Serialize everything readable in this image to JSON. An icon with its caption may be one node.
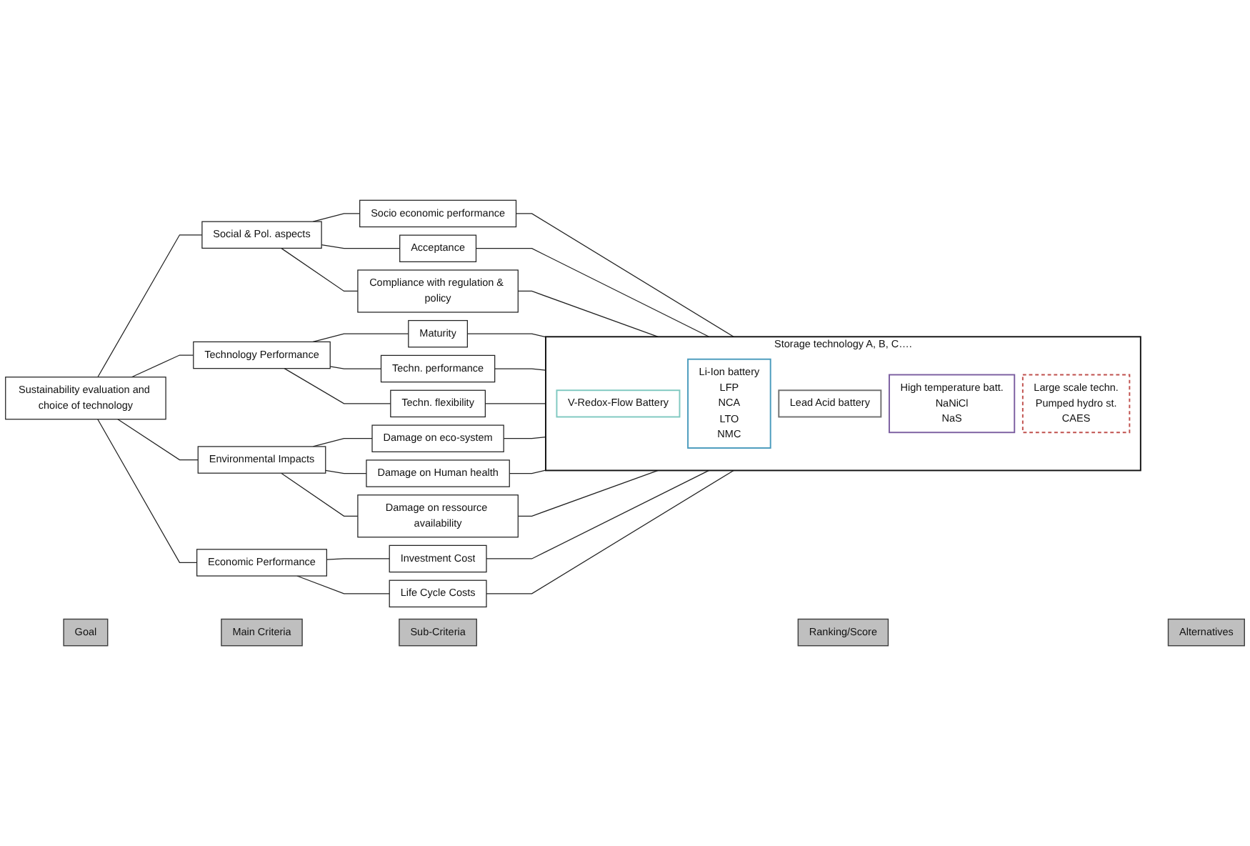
{
  "diagram": {
    "nodes": [
      {
        "text": [
          "Goal"
        ]
      },
      {
        "text": [
          "Main Criteria"
        ]
      },
      {
        "text": [
          "Sub-Criteria"
        ]
      },
      {
        "text": [
          "Ranking/Score"
        ]
      },
      {
        "text": [
          "Alternatives"
        ]
      },
      {
        "text": [
          "Sustainability evaluation and choice of technology"
        ]
      },
      {
        "text": [
          "Social & Pol. aspects"
        ]
      },
      {
        "text": [
          "Technology Performance"
        ]
      },
      {
        "text": [
          "Environmental Impacts"
        ]
      },
      {
        "text": [
          "Economic Performance"
        ]
      },
      {
        "text": [
          "Socio economic performance"
        ]
      },
      {
        "text": [
          "Acceptance"
        ]
      },
      {
        "text": [
          "Compliance with regulation & policy"
        ]
      },
      {
        "text": [
          "Maturity"
        ]
      },
      {
        "text": [
          "Techn. performance"
        ]
      },
      {
        "text": [
          "Techn. flexibility"
        ]
      },
      {
        "text": [
          "Damage on eco-system"
        ]
      },
      {
        "text": [
          "Damage on Human health"
        ]
      },
      {
        "text": [
          "Damage on ressource availability"
        ]
      },
      {
        "text": [
          "Investment Cost"
        ]
      },
      {
        "text": [
          "Life Cycle Costs"
        ]
      },
      {
        "text": [
          "Storage technology A, B, C…."
        ]
      },
      {
        "text": [
          "V-Redox-Flow Battery"
        ],
        "in": 21
      },
      {
        "text": [
          "Li-Ion battery",
          "LFP",
          "NCA",
          "LTO",
          "NMC"
        ],
        "in": 21
      },
      {
        "text": [
          "Lead Acid battery"
        ],
        "in": 21
      },
      {
        "text": [
          "High temperature batt.",
          "NaNiCl",
          "NaS"
        ],
        "in": 21
      },
      {
        "text": [
          "Large scale techn.",
          "Pumped hydro st.",
          "CAES"
        ],
        "in": 21
      }
    ],
    "edges": [
      {
        "from": 5,
        "to": 6,
        "arrow": "none"
      },
      {
        "from": 5,
        "to": 7,
        "arrow": "none"
      },
      {
        "from": 5,
        "to": 8,
        "arrow": "none"
      },
      {
        "from": 5,
        "to": 9,
        "arrow": "none"
      },
      {
        "from": 6,
        "to": 10,
        "arrow": "none"
      },
      {
        "from": 6,
        "to": 11,
        "arrow": "none"
      },
      {
        "from": 6,
        "to": 12,
        "arrow": "none"
      },
      {
        "from": 7,
        "to": 13,
        "arrow": "none"
      },
      {
        "from": 7,
        "to": 14,
        "arrow": "none"
      },
      {
        "from": 7,
        "to": 15,
        "arrow": "none"
      },
      {
        "from": 8,
        "to": 16,
        "arrow": "none"
      },
      {
        "from": 8,
        "to": 17,
        "arrow": "none"
      },
      {
        "from": 8,
        "to": 18,
        "arrow": "none"
      },
      {
        "from": 9,
        "to": 19,
        "arrow": "none"
      },
      {
        "from": 9,
        "to": 20,
        "arrow": "none"
      },
      {
        "from": 10,
        "to": 21,
        "arrow": "none"
      },
      {
        "from": 11,
        "to": 21,
        "arrow": "none"
      },
      {
        "from": 12,
        "to": 21,
        "arrow": "none"
      },
      {
        "from": 13,
        "to": 21,
        "arrow": "none"
      },
      {
        "from": 14,
        "to": 21,
        "arrow": "none"
      },
      {
        "from": 15,
        "to": 21,
        "arrow": "none"
      },
      {
        "from": 16,
        "to": 21,
        "arrow": "none"
      },
      {
        "from": 17,
        "to": 21,
        "arrow": "none"
      },
      {
        "from": 18,
        "to": 21,
        "arrow": "none"
      },
      {
        "from": 19,
        "to": 21,
        "arrow": "none"
      },
      {
        "from": 20,
        "to": 21,
        "arrow": "none"
      }
    ]
  }
}
